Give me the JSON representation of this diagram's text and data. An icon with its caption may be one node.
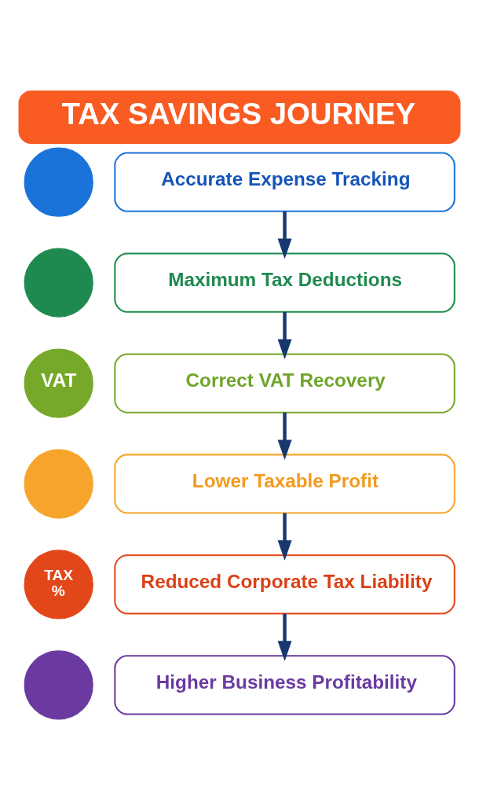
{
  "diagram": {
    "title": "TAX SAVINGS JOURNEY",
    "nodes": [
      {
        "text": [],
        "shape": "circle"
      },
      {
        "text": [
          "Accurate Expense Tracking"
        ]
      },
      {
        "text": [],
        "shape": "circle"
      },
      {
        "text": [
          "Maximum Tax Deductions"
        ]
      },
      {
        "text": [
          "VAT"
        ]
      },
      {
        "text": [
          "Correct VAT Recovery"
        ]
      },
      {
        "text": [],
        "shape": "circle"
      },
      {
        "text": [
          "Lower Taxable Profit"
        ]
      },
      {
        "text": [
          "TAX",
          "%"
        ]
      },
      {
        "text": [
          "Reduced Corporate Tax Liability"
        ]
      },
      {
        "text": [],
        "shape": "circle"
      },
      {
        "text": [
          "Higher Business Profitability"
        ]
      }
    ],
    "edges": [
      {
        "from": 1,
        "to": 3,
        "arrow": "to"
      },
      {
        "from": 3,
        "to": 5,
        "arrow": "to"
      },
      {
        "from": 5,
        "to": 7,
        "arrow": "to"
      },
      {
        "from": 7,
        "to": 9,
        "arrow": "to"
      },
      {
        "from": 9,
        "to": 11,
        "arrow": "to"
      }
    ]
  }
}
